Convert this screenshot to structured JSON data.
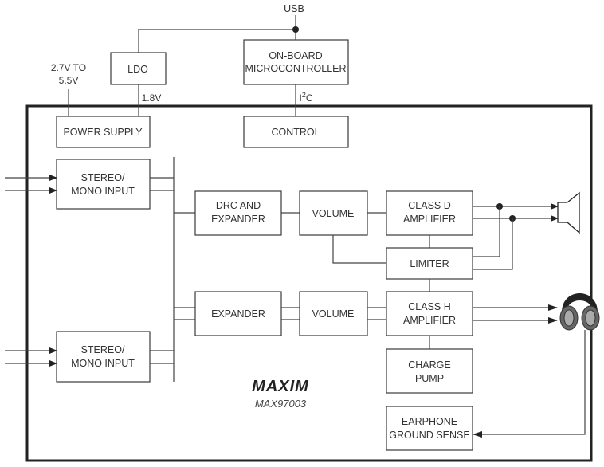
{
  "diagram": {
    "title": "MAX97003 Functional Block Diagram",
    "external": {
      "usb_label": "USB",
      "supply_label_line1": "2.7V TO",
      "supply_label_line2": "5.5V",
      "ldo_output_label": "1.8V",
      "i2c_label_main": "I",
      "i2c_label_sup": "2",
      "i2c_label_tail": "C"
    },
    "blocks": {
      "ldo": [
        "LDO"
      ],
      "microcontroller": [
        "ON-BOARD",
        "MICROCONTROLLER"
      ],
      "power_supply": [
        "POWER SUPPLY"
      ],
      "control": [
        "CONTROL"
      ],
      "stereo_input_1": [
        "STEREO/",
        "MONO INPUT"
      ],
      "stereo_input_2": [
        "STEREO/",
        "MONO INPUT"
      ],
      "drc_expander": [
        "DRC AND",
        "EXPANDER"
      ],
      "volume_1": [
        "VOLUME"
      ],
      "class_d": [
        "CLASS D",
        "AMPLIFIER"
      ],
      "limiter": [
        "LIMITER"
      ],
      "expander": [
        "EXPANDER"
      ],
      "volume_2": [
        "VOLUME"
      ],
      "class_h": [
        "CLASS H",
        "AMPLIFIER"
      ],
      "charge_pump": [
        "CHARGE",
        "PUMP"
      ],
      "earphone_sense": [
        "EARPHONE",
        "GROUND SENSE"
      ]
    },
    "branding": {
      "logo": "MAXIM",
      "part_number": "MAX97003"
    },
    "outputs": {
      "speaker_icon": "speaker-icon",
      "headphone_icon": "headphones-icon"
    }
  }
}
